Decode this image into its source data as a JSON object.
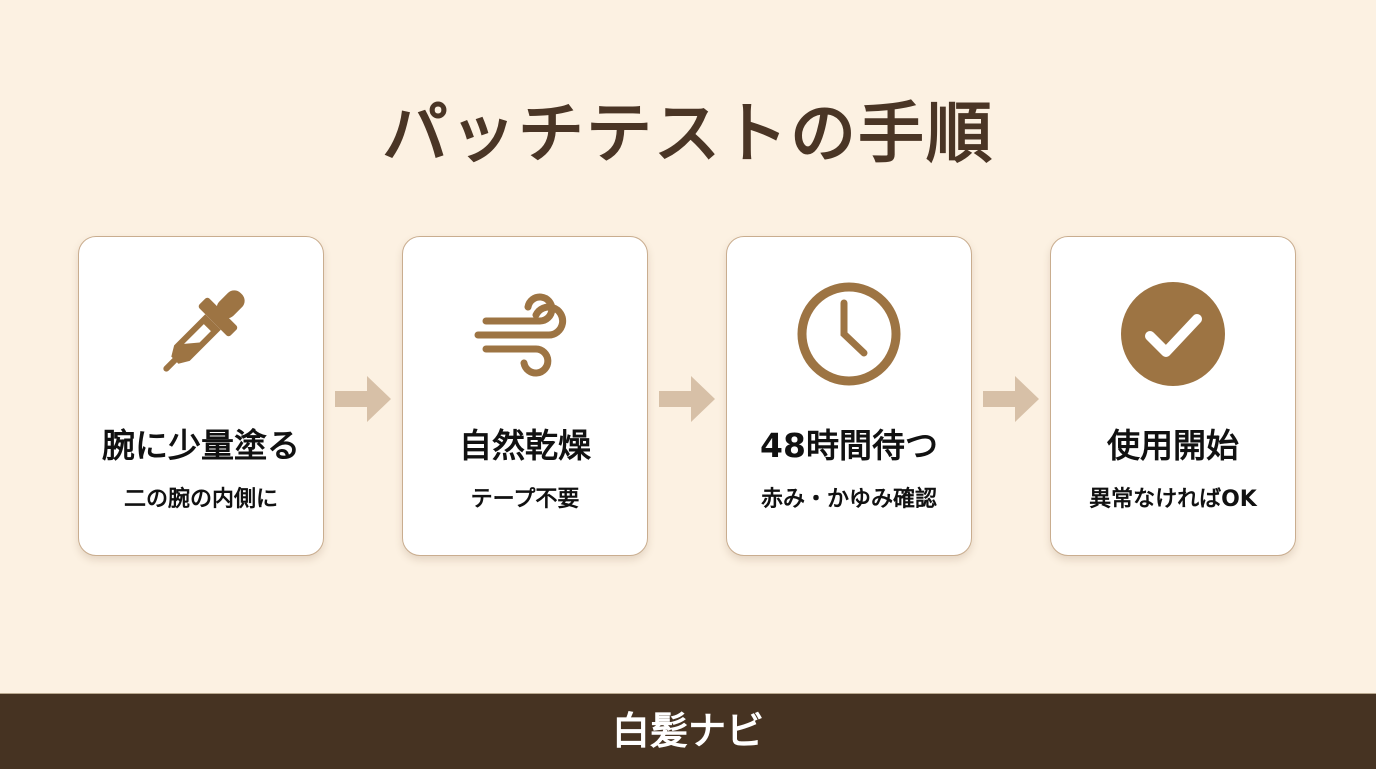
{
  "title": "パッチテストの手順",
  "colors": {
    "background": "#fcf1e2",
    "title": "#4a3525",
    "icon": "#9d7443",
    "arrow": "#d7c0a7",
    "card_border": "#c9ad8f",
    "footer_bg": "#463322",
    "footer_text": "#ffffff"
  },
  "steps": [
    {
      "icon": "dropper-icon",
      "main": "腕に少量塗る",
      "sub": "二の腕の内側に"
    },
    {
      "icon": "wind-icon",
      "main": "自然乾燥",
      "sub": "テープ不要"
    },
    {
      "icon": "clock-icon",
      "main": "48時間待つ",
      "sub": "赤み・かゆみ確認"
    },
    {
      "icon": "check-circle-icon",
      "main": "使用開始",
      "sub": "異常なければOK"
    }
  ],
  "arrows": [
    "arrow-right-icon",
    "arrow-right-icon",
    "arrow-right-icon"
  ],
  "footer": {
    "brand": "白髪ナビ"
  }
}
